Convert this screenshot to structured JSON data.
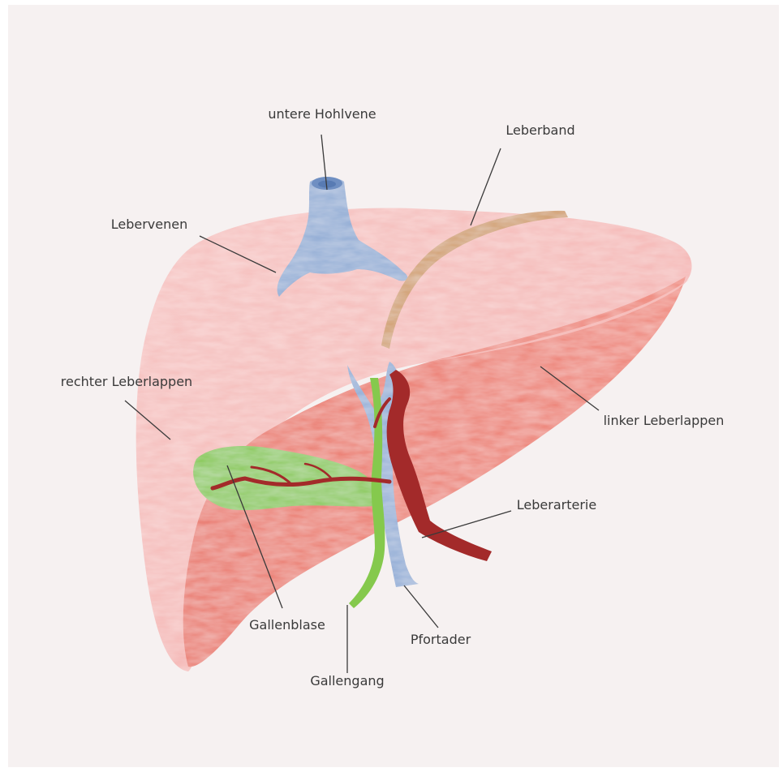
{
  "labels": {
    "untere_hohlvene": "untere Hohlvene",
    "leberband": "Leberband",
    "lebervenen": "Lebervenen",
    "rechter_leberlappen": "rechter Leberlappen",
    "linker_leberlappen": "linker Leberlappen",
    "leberarterie": "Leberarterie",
    "gallenblase": "Gallenblase",
    "pfortader": "Pfortader",
    "gallengang": "Gallengang"
  },
  "colors": {
    "background": "#f6f1f1",
    "liver_light": "#f2a9a8",
    "liver_highlight": "#f8cfcd",
    "liver_dark": "#ec7a70",
    "vein_blue": "#8ea9d3",
    "ligament_tan": "#cf9a63",
    "gallbladder_green": "#86c94e",
    "artery_red": "#a32a2a",
    "label_text": "#3a3a3a"
  }
}
